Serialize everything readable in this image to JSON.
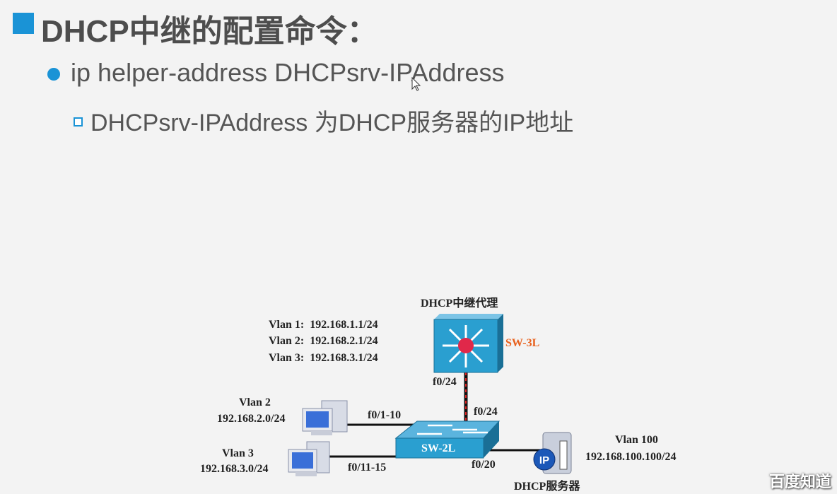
{
  "slide": {
    "title": "DHCP中继的配置命令：",
    "bullet": "ip helper-address DHCPsrv-IPAddress",
    "sub_bullet": "DHCPsrv-IPAddress 为DHCP服务器的IP地址"
  },
  "diagram": {
    "relay_label": "DHCP中继代理",
    "sw3_name": "SW-3L",
    "sw2_name": "SW-2L",
    "vlan_ips": [
      "Vlan 1:  192.168.1.1/24",
      "Vlan 2:  192.168.2.1/24",
      "Vlan 3:  192.168.3.1/24"
    ],
    "sw3_port": "f0/24",
    "sw2_uplink_port": "f0/24",
    "pc1_vlan": "Vlan 2",
    "pc1_net": "192.168.2.0/24",
    "pc1_port": "f0/1-10",
    "pc2_vlan": "Vlan 3",
    "pc2_net": "192.168.3.0/24",
    "pc2_port": "f0/11-15",
    "server_port": "f0/20",
    "server_vlan": "Vlan 100",
    "server_ip": "192.168.100.100/24",
    "server_label": "DHCP服务器",
    "server_badge": "IP"
  },
  "watermark": "百度知道",
  "colors": {
    "accent": "#1a93d6",
    "switch": "#2a9fd0",
    "sw3_label": "#e8601c"
  }
}
